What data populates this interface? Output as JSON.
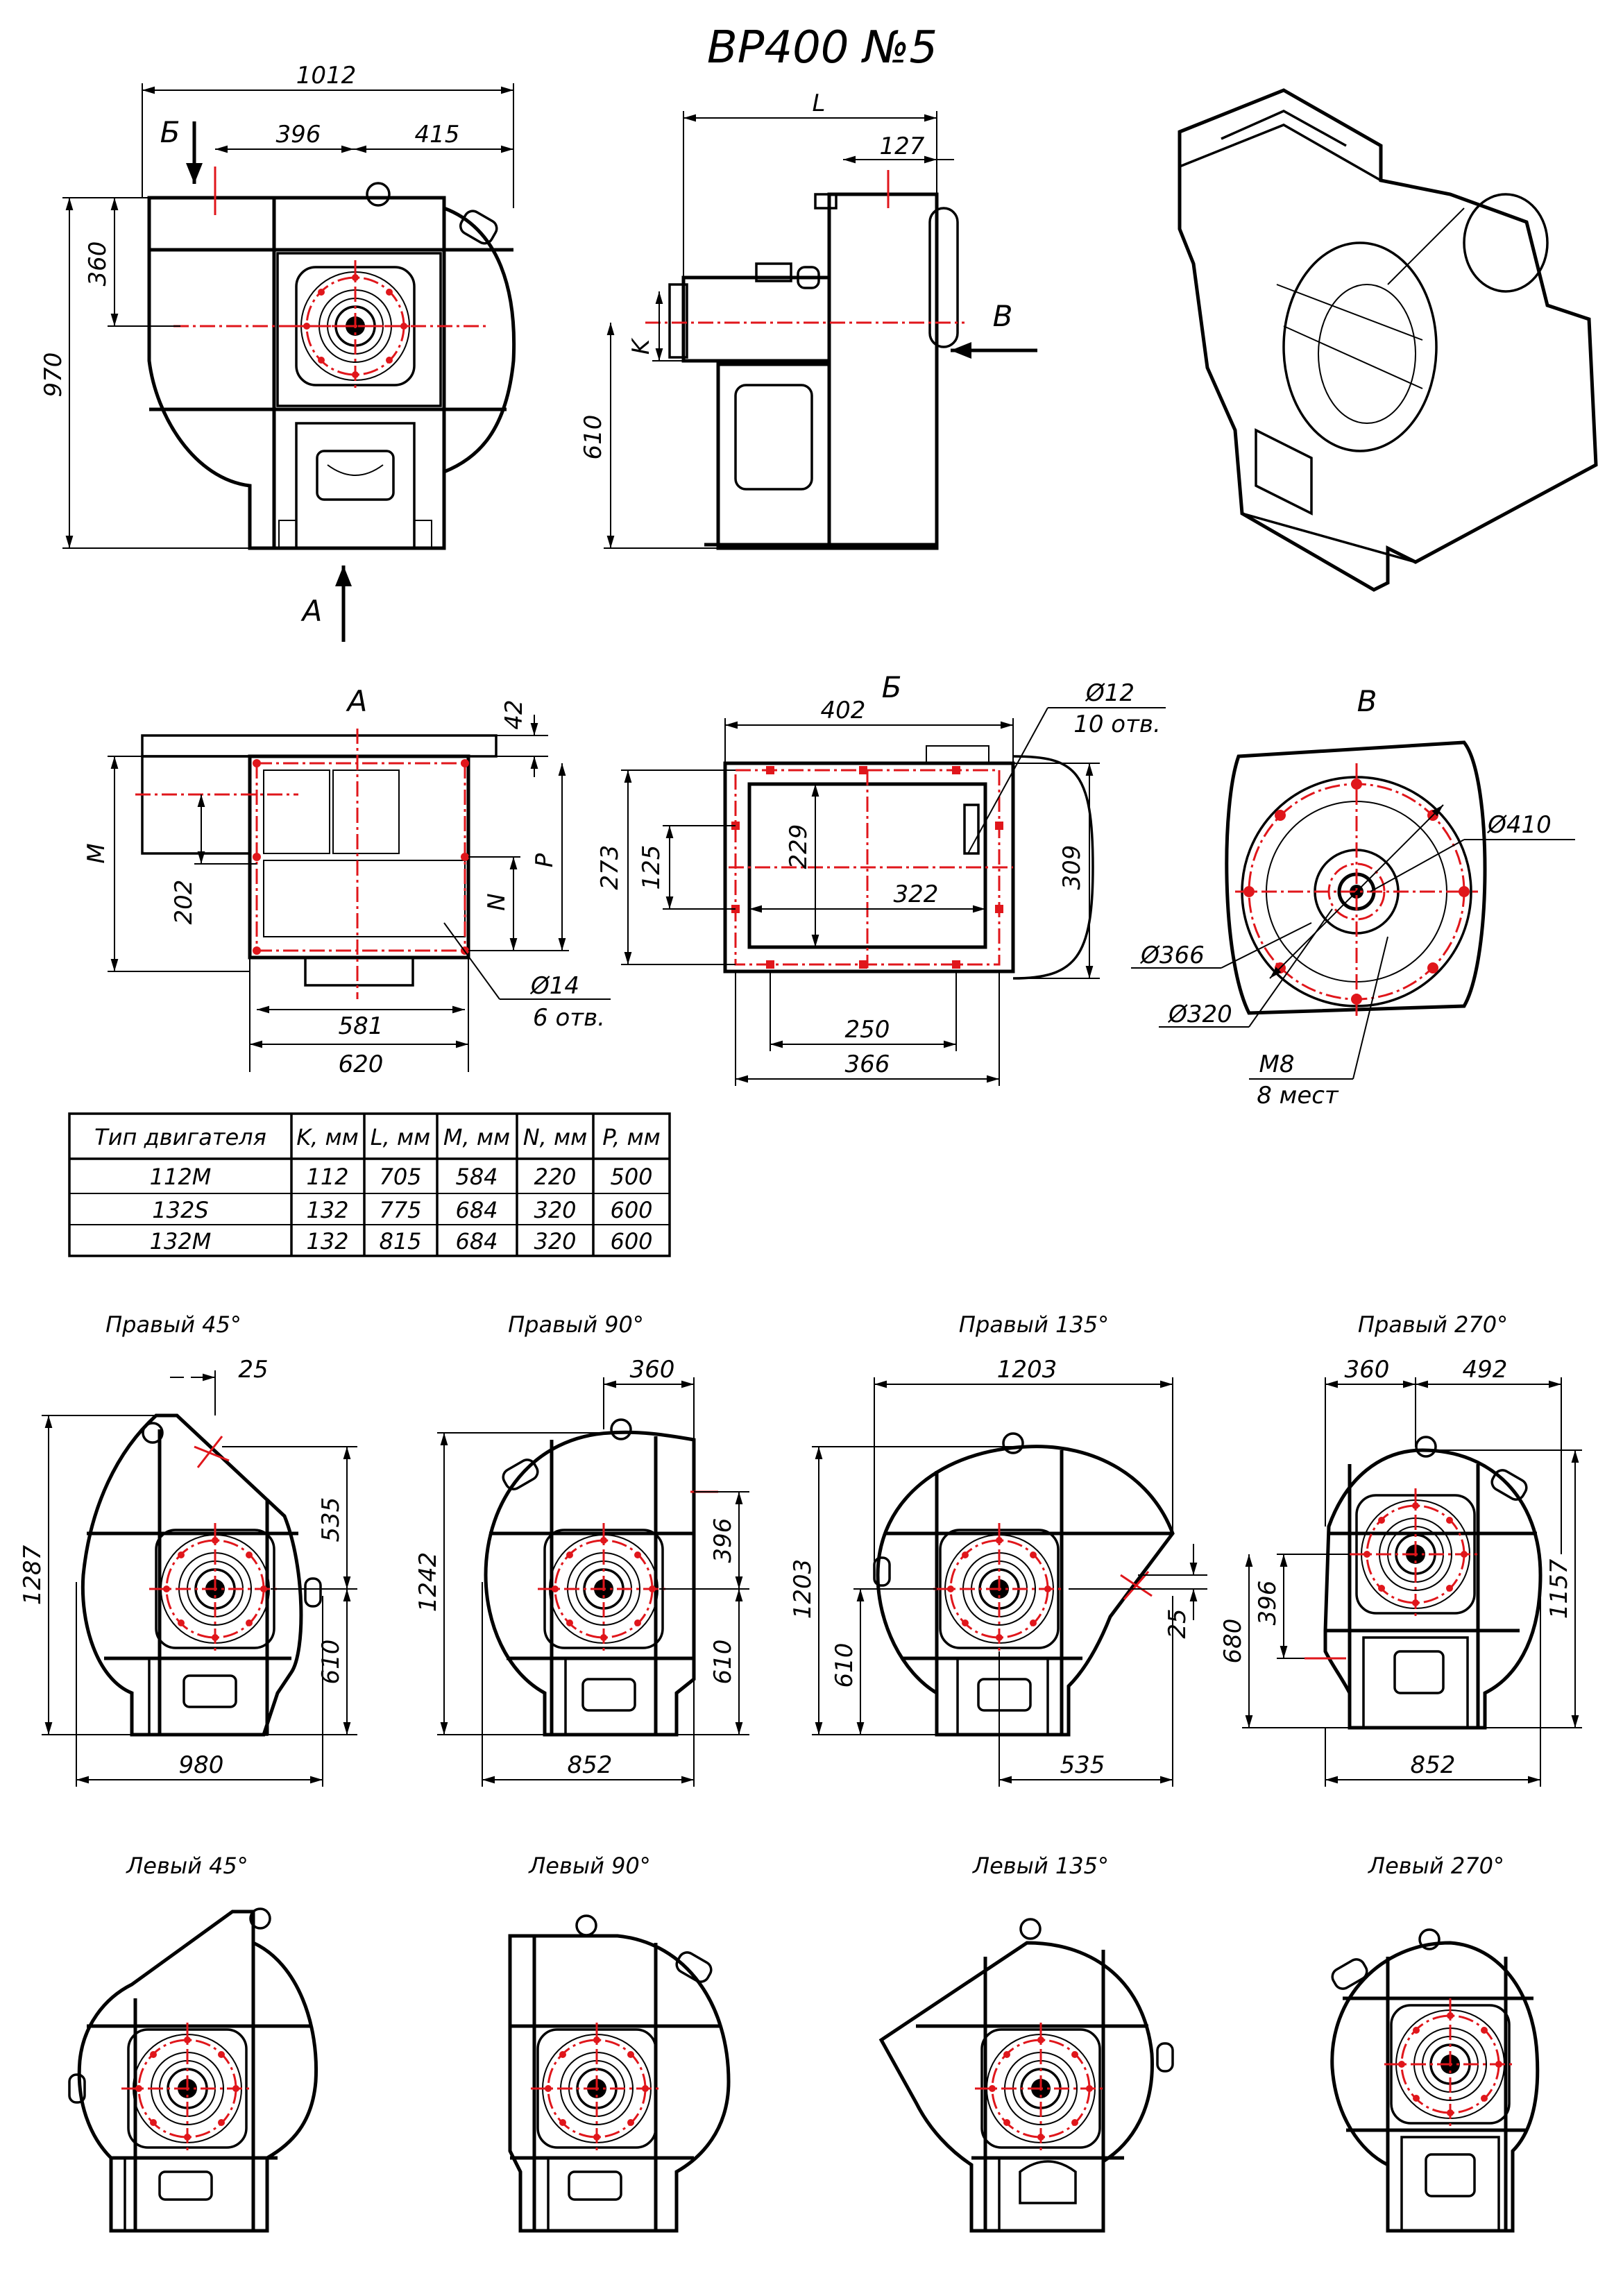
{
  "title": "ВР400 №5",
  "top_view": {
    "dims": {
      "w_total": "1012",
      "w_left": "396",
      "w_right": "415",
      "h_total": "970",
      "h_outlet": "360"
    },
    "arrow_b": "Б",
    "arrow_a": "А"
  },
  "side_view": {
    "dims": {
      "l": "L",
      "d127": "127",
      "k": "K",
      "h610": "610"
    },
    "arrow_v": "В"
  },
  "view_a": {
    "label": "А",
    "dims": {
      "d42": "42",
      "m": "M",
      "p": "P",
      "n": "N",
      "d202": "202",
      "w581": "581",
      "w620": "620"
    },
    "holes": "Ø14",
    "holes_count": "6 отв."
  },
  "view_b": {
    "label": "Б",
    "dims": {
      "w402": "402",
      "h273": "273",
      "h125": "125",
      "h229": "229",
      "w322": "322",
      "h309": "309",
      "w250": "250",
      "w366": "366"
    },
    "holes": "Ø12",
    "holes_count": "10 отв."
  },
  "view_v": {
    "label": "В",
    "dims": {
      "d410": "Ø410",
      "d366": "Ø366",
      "d320": "Ø320"
    },
    "thread": "M8",
    "thread_count": "8 мест"
  },
  "motor_table": {
    "headers": [
      "Тип двигателя",
      "K, мм",
      "L, мм",
      "M, мм",
      "N, мм",
      "P, мм"
    ],
    "rows": [
      [
        "112M",
        "112",
        "705",
        "584",
        "220",
        "500"
      ],
      [
        "132S",
        "132",
        "775",
        "684",
        "320",
        "600"
      ],
      [
        "132M",
        "132",
        "815",
        "684",
        "320",
        "600"
      ]
    ]
  },
  "right_variants": [
    {
      "label": "Правый 45°",
      "dims": {
        "a": "25",
        "b": "535",
        "c": "610",
        "h": "1287",
        "w": "980"
      }
    },
    {
      "label": "Правый 90°",
      "dims": {
        "a": "360",
        "b": "396",
        "c": "610",
        "h": "1242",
        "w": "852"
      }
    },
    {
      "label": "Правый 135°",
      "dims": {
        "a": "1203",
        "b": "25",
        "c": "610",
        "h": "1203",
        "w": "535"
      }
    },
    {
      "label": "Правый 270°",
      "dims": {
        "a": "360",
        "a2": "492",
        "b": "396",
        "c": "680",
        "h": "1157",
        "w": "852"
      }
    }
  ],
  "left_variants": [
    {
      "label": "Левый 45°"
    },
    {
      "label": "Левый 90°"
    },
    {
      "label": "Левый 135°"
    },
    {
      "label": "Левый 270°"
    }
  ]
}
